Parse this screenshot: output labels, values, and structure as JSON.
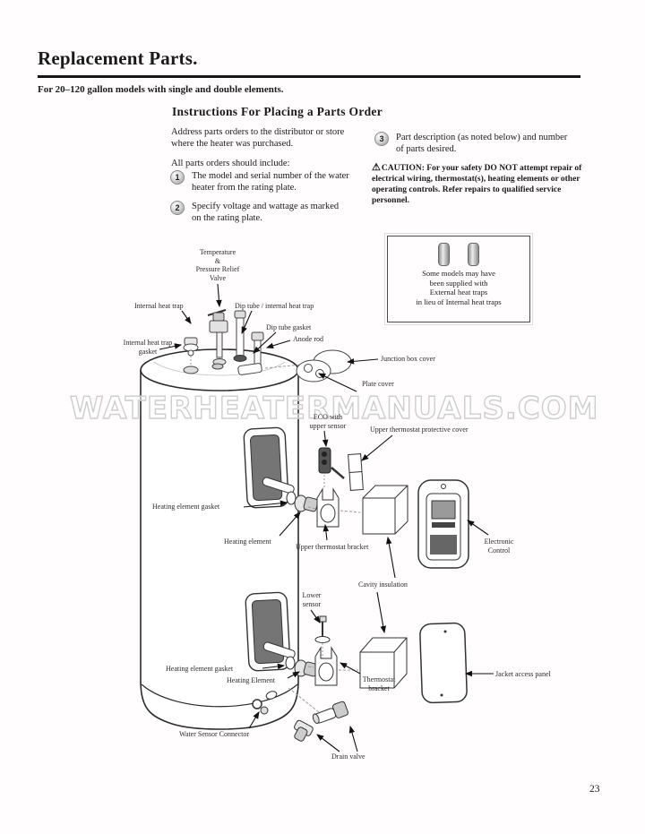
{
  "page": {
    "title": "Replacement Parts.",
    "subtitle": "For 20–120 gallon models with single and double elements.",
    "watermark": "WATERHEATERMANUALS.COM",
    "page_number": "23"
  },
  "instructions": {
    "heading": "Instructions For Placing a Parts Order",
    "intro": "Address parts orders to the distributor or store where the heater was purchased.",
    "include_label": "All parts orders should include:",
    "steps": [
      {
        "number": "1",
        "text": "The model and serial number of the water heater from the rating plate."
      },
      {
        "number": "2",
        "text": "Specify voltage and wattage as marked on the rating plate."
      },
      {
        "number": "3",
        "text": "Part description (as noted below) and number of parts desired."
      }
    ],
    "caution": {
      "icon": "⚠",
      "label": "CAUTION:",
      "text": "For your safety DO NOT attempt repair of electrical wiring, thermostat(s), heating elements or other operating controls. Refer repairs to qualified service personnel."
    }
  },
  "note_box": {
    "text": "Some models may have\nbeen supplied with\nExternal heat traps\nin lieu of Internal heat traps"
  },
  "diagram": {
    "labels": [
      {
        "text": "Temperature\n&\nPressure Relief\nValve"
      },
      {
        "text": "Internal heat trap"
      },
      {
        "text": "Dip tube / internal heat trap"
      },
      {
        "text": "Dip tube gasket"
      },
      {
        "text": "Internal heat trap\ngasket"
      },
      {
        "text": "Anode rod"
      },
      {
        "text": "Junction box cover"
      },
      {
        "text": "Plate cover"
      },
      {
        "text": "ECO with\nupper sensor"
      },
      {
        "text": "Upper thermostat protective cover"
      },
      {
        "text": "Heating element gasket"
      },
      {
        "text": "Heating element"
      },
      {
        "text": "Upper thermostat bracket"
      },
      {
        "text": "Electronic\nControl"
      },
      {
        "text": "Cavity insulation"
      },
      {
        "text": "Lower\nsensor"
      },
      {
        "text": "Heating element gasket"
      },
      {
        "text": "Heating Element"
      },
      {
        "text": "Thermostat\nbracket"
      },
      {
        "text": "Jacket access panel"
      },
      {
        "text": "Water Sensor Connector"
      },
      {
        "text": "Drain valve"
      }
    ]
  }
}
